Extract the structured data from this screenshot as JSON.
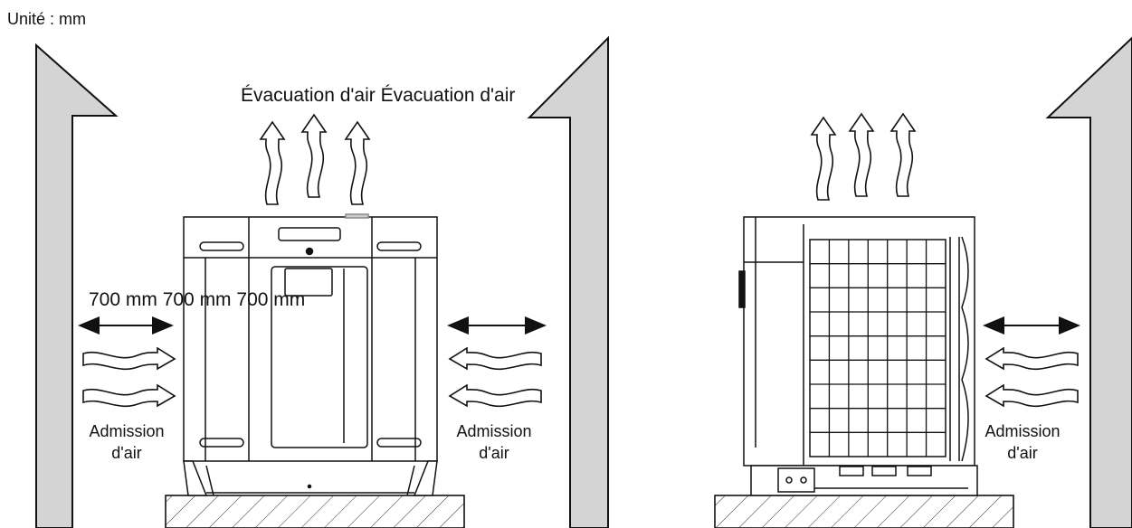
{
  "unit_label": "Unité : mm",
  "top_label": "Évacuation d'air Évacuation d'air",
  "dimension_label": "700 mm 700 mm 700 mm",
  "intake_label": "Admission\nd'air"
}
